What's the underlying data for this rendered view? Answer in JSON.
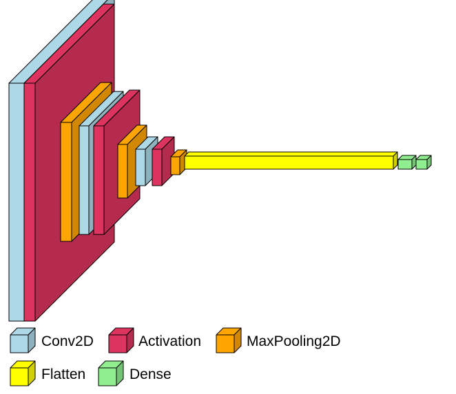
{
  "colors": {
    "conv2d": "#add8e6",
    "activation": "#dc345e",
    "maxpooling2d": "#ffa500",
    "flatten": "#ffff00",
    "dense": "#90ee90",
    "outline": "#000000"
  },
  "legend": [
    {
      "label": "Conv2D",
      "color_key": "conv2d",
      "icon": "conv2d-swatch-icon"
    },
    {
      "label": "Activation",
      "color_key": "activation",
      "icon": "activation-swatch-icon"
    },
    {
      "label": "MaxPooling2D",
      "color_key": "maxpooling2d",
      "icon": "maxpooling2d-swatch-icon"
    },
    {
      "label": "Flatten",
      "color_key": "flatten",
      "icon": "flatten-swatch-icon"
    },
    {
      "label": "Dense",
      "color_key": "dense",
      "icon": "dense-swatch-icon"
    }
  ],
  "layers": [
    {
      "type": "conv2d"
    },
    {
      "type": "activation"
    },
    {
      "type": "maxpooling2d"
    },
    {
      "type": "conv2d"
    },
    {
      "type": "activation"
    },
    {
      "type": "maxpooling2d"
    },
    {
      "type": "conv2d"
    },
    {
      "type": "activation"
    },
    {
      "type": "maxpooling2d"
    },
    {
      "type": "flatten"
    },
    {
      "type": "dense"
    },
    {
      "type": "dense"
    }
  ]
}
